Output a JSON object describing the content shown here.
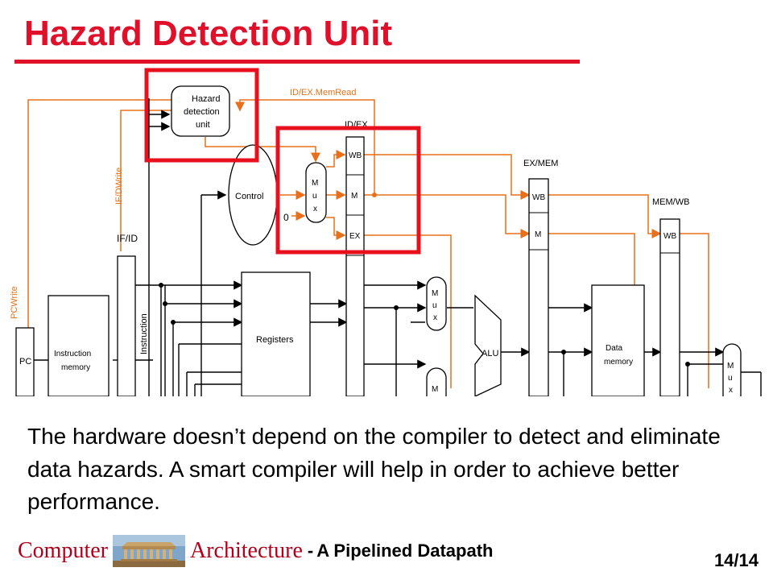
{
  "slide": {
    "title": "Hazard Detection Unit",
    "body": "The hardware doesn’t depend on the compiler to detect and eliminate data hazards. A smart compiler will help in order to achieve better performance."
  },
  "footer": {
    "course_word_1": "Computer",
    "course_word_2": "Architecture",
    "separator": "-",
    "subtitle": "A Pipelined Datapath",
    "page": "14/14"
  },
  "diagram": {
    "hazard_unit_line1": "Hazard",
    "hazard_unit_line2": "detection",
    "hazard_unit_line3": "unit",
    "idex_memread": "ID/EX.MemRead",
    "idex": "ID/EX",
    "exmem": "EX/MEM",
    "memwb": "MEM/WB",
    "ifid": "IF/ID",
    "ifidwrite": "IF/DWrite",
    "pcwrite": "PCWrite",
    "control": "Control",
    "zero": "0",
    "mux_a": "Mux",
    "mux_l1": "M",
    "mux_l2": "u",
    "mux_l3": "x",
    "wb": "WB",
    "m": "M",
    "ex": "EX",
    "pc": "PC",
    "instr_mem_line1": "Instruction",
    "instr_mem_line2": "memory",
    "instruction": "Instruction",
    "registers": "Registers",
    "alu": "ALU",
    "data_mem_line1": "Data",
    "data_mem_line2": "memory"
  },
  "colors": {
    "title_red": "#e0102a",
    "highlight_red": "#e8101c",
    "control_orange": "#e8701a"
  }
}
